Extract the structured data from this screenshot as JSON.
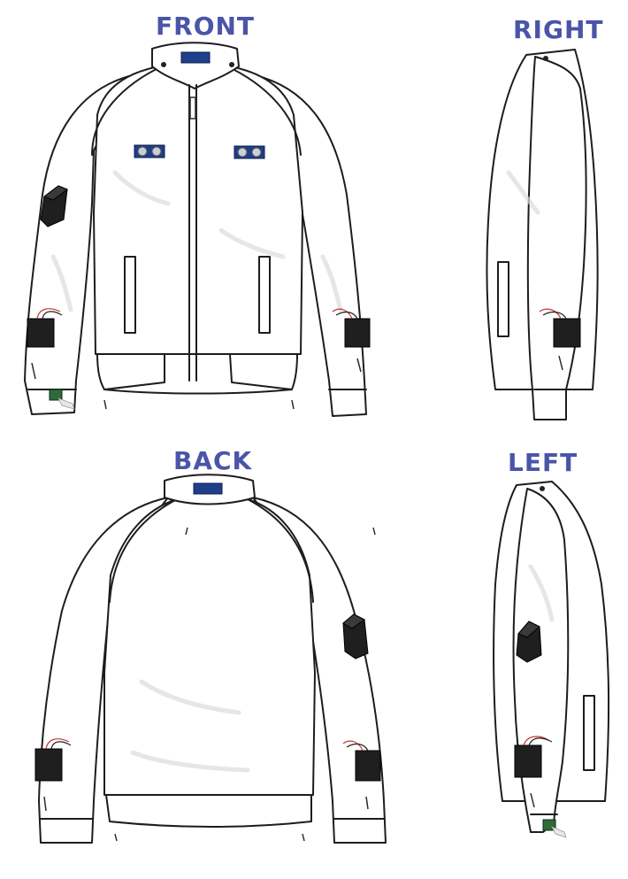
{
  "views": {
    "front": {
      "label": "FRONT"
    },
    "right": {
      "label": "RIGHT"
    },
    "back": {
      "label": "BACK"
    },
    "left": {
      "label": "LEFT"
    }
  },
  "colors": {
    "label": "#4a55a8",
    "outline": "#1d1d1d",
    "sensor_board": "#1e3f8a",
    "battery_box": "#1f1f1f",
    "camera_board": "#2f6b3a"
  }
}
